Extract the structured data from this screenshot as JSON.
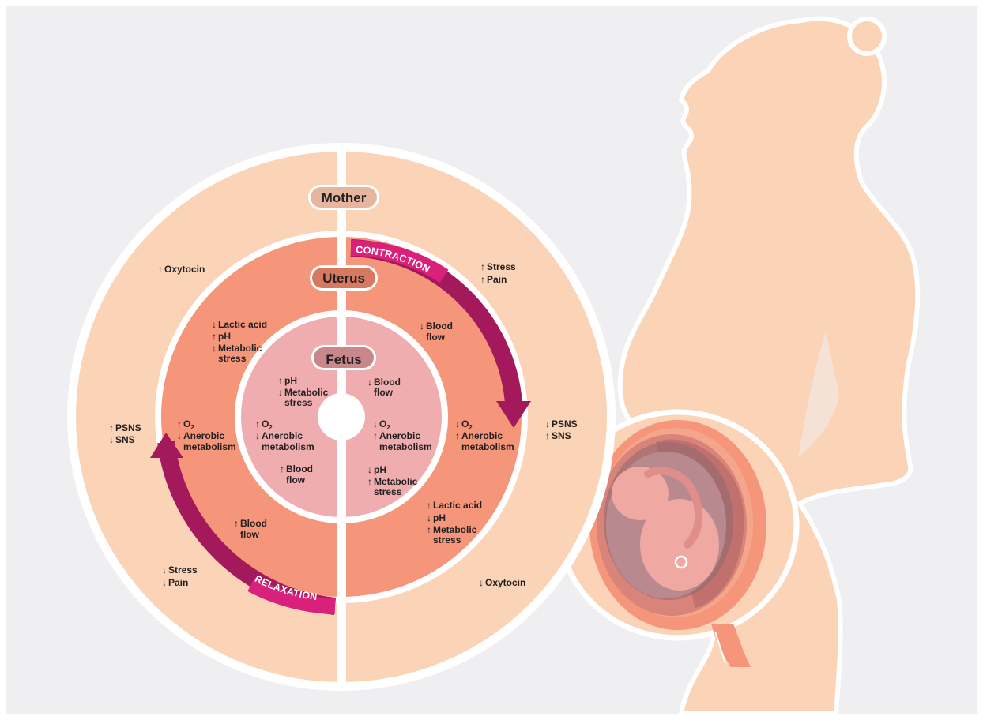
{
  "labels": {
    "mother": "Mother",
    "uterus": "Uterus",
    "fetus": "Fetus",
    "contraction": "CONTRACTION",
    "relaxation": "RELAXATION"
  },
  "relaxation_side": {
    "mother": {
      "oxytocin": "Oxytocin",
      "psns": "PSNS",
      "sns": "SNS",
      "stress": "Stress",
      "pain": "Pain"
    },
    "uterus": {
      "lactic_acid": "Lactic acid",
      "ph": "pH",
      "metabolic": "Metabolic",
      "stress": "stress",
      "o2": "O",
      "o2_sub": "2",
      "anerobic": "Anerobic",
      "metabolism": "metabolism",
      "blood": "Blood",
      "flow": "flow"
    },
    "fetus": {
      "ph": "pH",
      "metabolic": "Metabolic",
      "stress": "stress",
      "o2": "O",
      "o2_sub": "2",
      "anerobic": "Anerobic",
      "metabolism": "metabolism",
      "blood": "Blood",
      "flow": "flow"
    }
  },
  "contraction_side": {
    "mother": {
      "stress": "Stress",
      "pain": "Pain",
      "psns": "PSNS",
      "sns": "SNS",
      "oxytocin": "Oxytocin"
    },
    "uterus": {
      "blood": "Blood",
      "flow": "flow",
      "o2": "O",
      "o2_sub": "2",
      "anerobic": "Anerobic",
      "metabolism": "metabolism",
      "lactic_acid": "Lactic acid",
      "ph": "pH",
      "metabolic": "Metabolic",
      "stress": "stress"
    },
    "fetus": {
      "blood": "Blood",
      "flow": "flow",
      "o2": "O",
      "o2_sub": "2",
      "anerobic": "Anerobic",
      "metabolism": "metabolism",
      "ph": "pH",
      "metabolic": "Metabolic",
      "stress": "stress"
    }
  },
  "colors": {
    "background": "#efeff1",
    "mother_ring": "#fbd3b7",
    "uterus_ring": "#f5967a",
    "fetus_ring": "#f0adb0",
    "arrow": "#a3195b",
    "arrow_label_bg": "#d9207b",
    "silhouette": "#fbd3b7",
    "text": "#231f20"
  }
}
